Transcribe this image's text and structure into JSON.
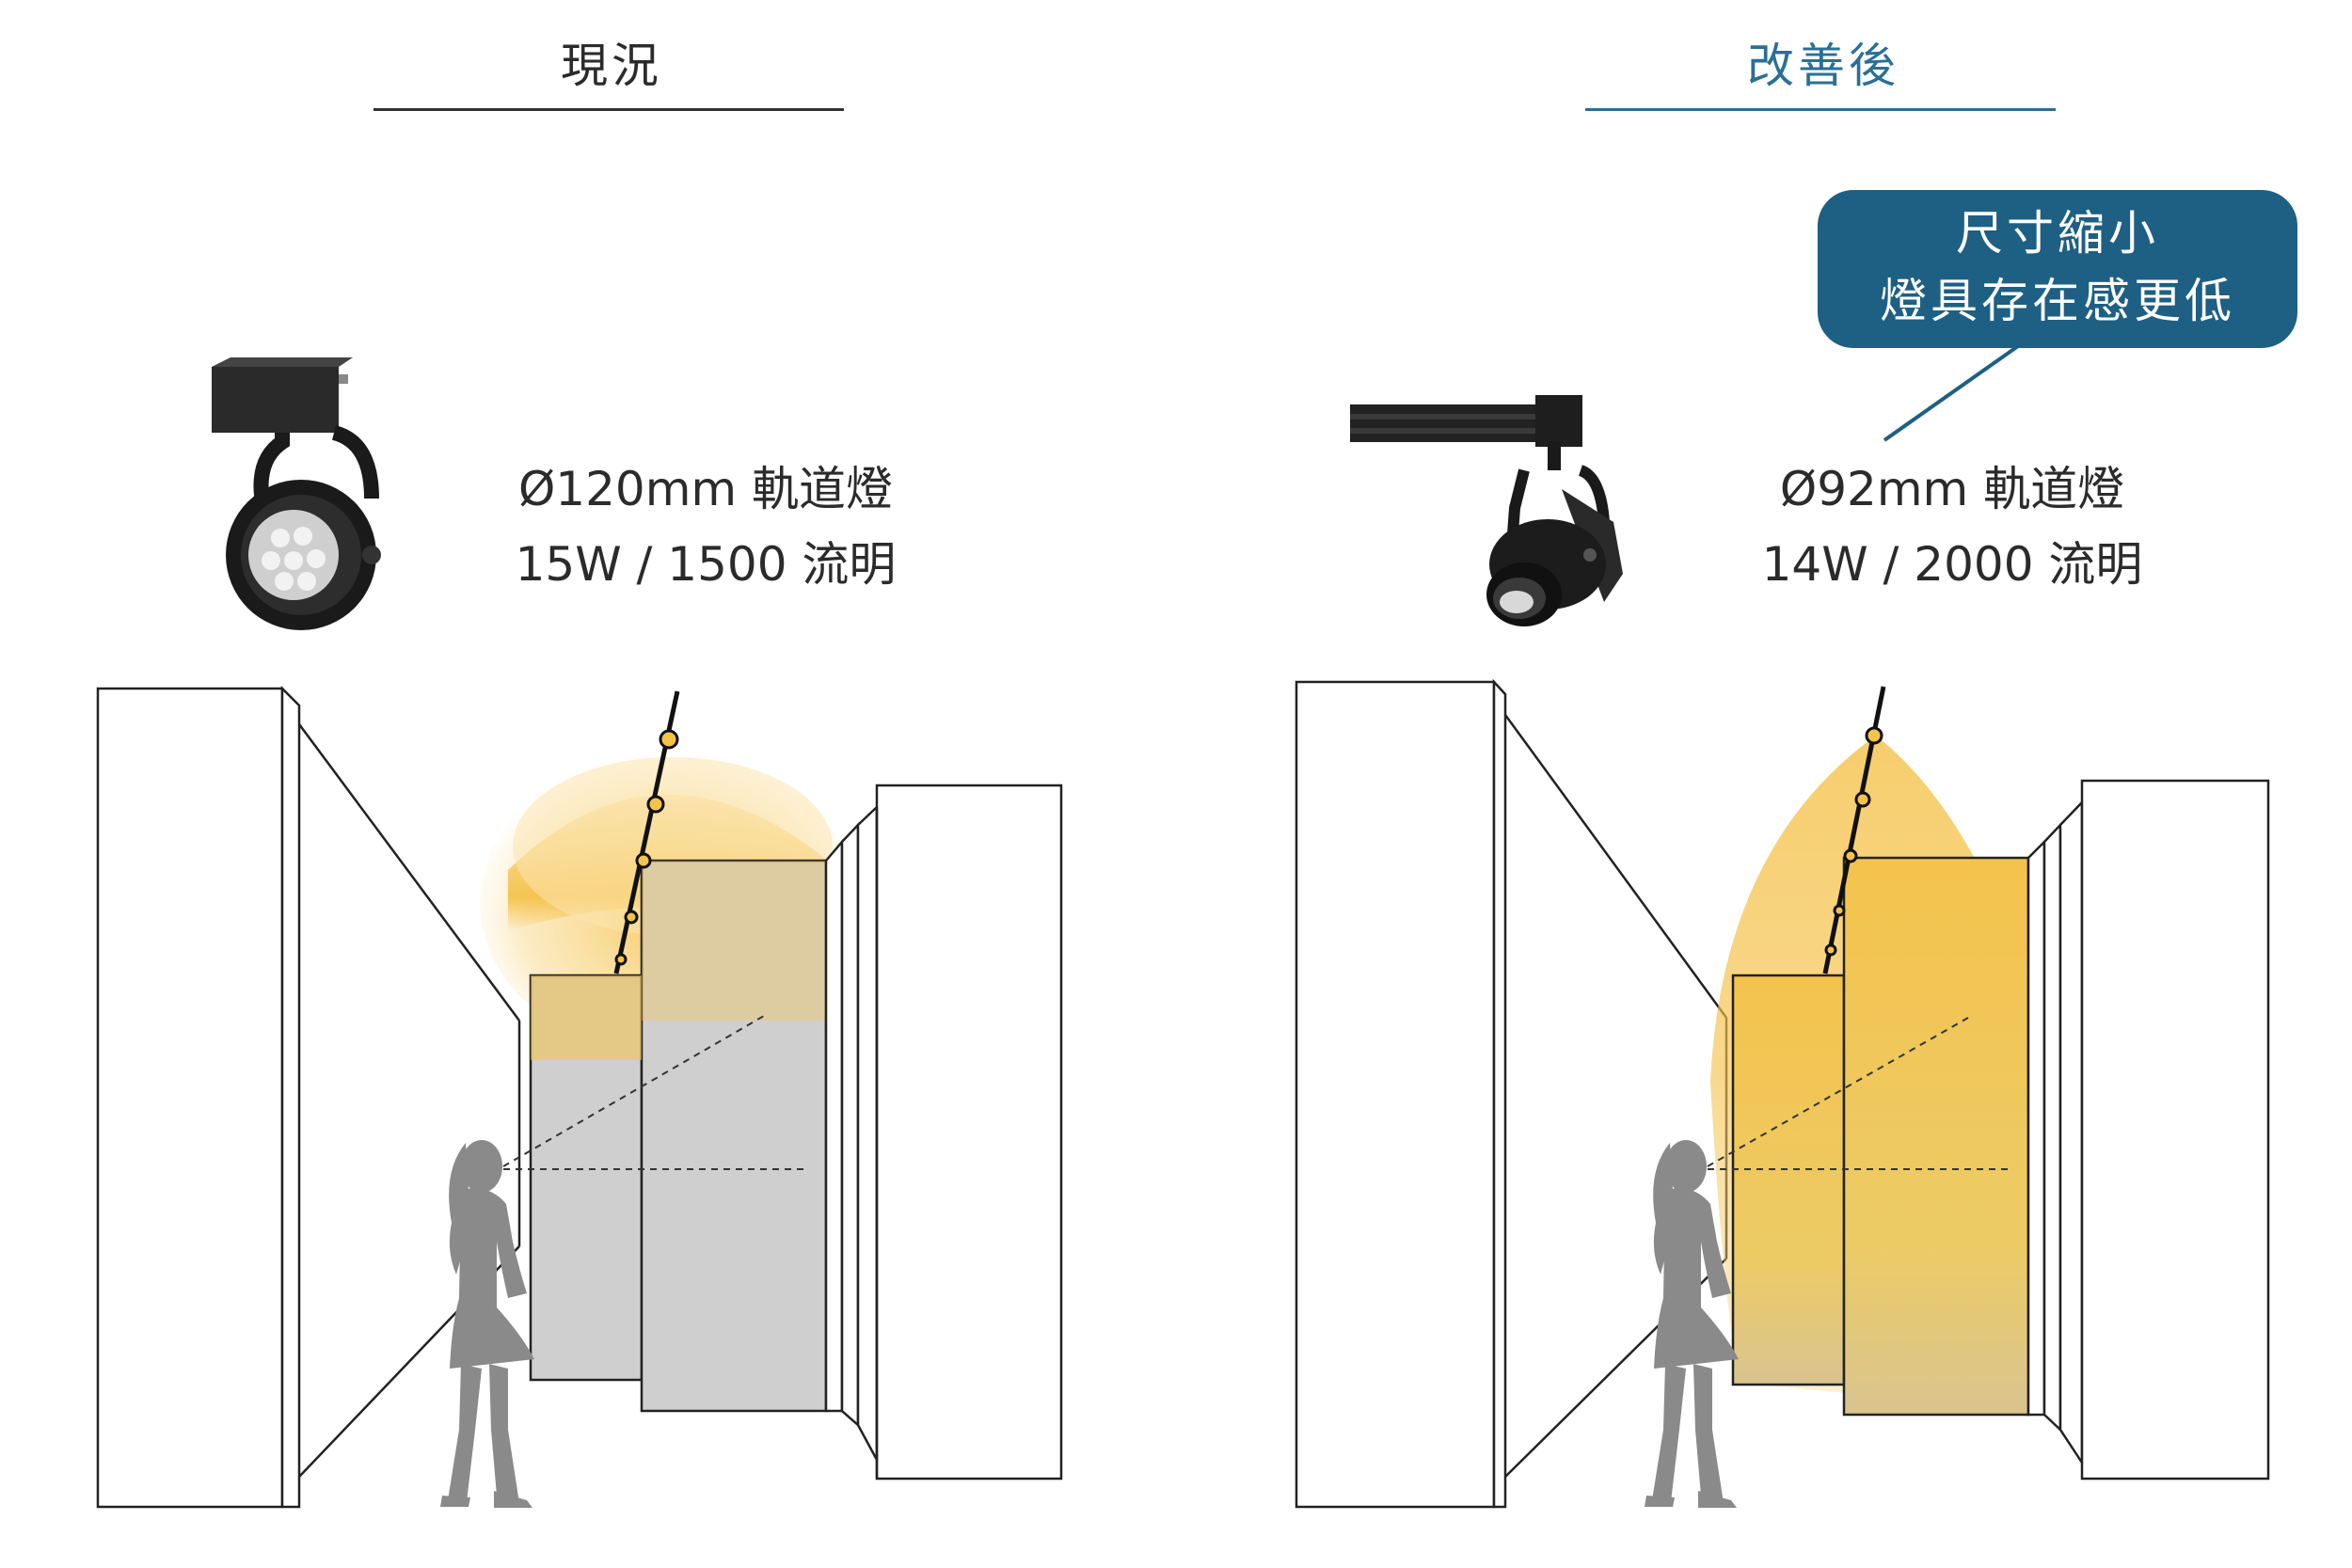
{
  "panels": {
    "current": {
      "heading": "現況",
      "spec_line1": "Ø120mm 軌道燈",
      "spec_line2": "15W / 1500 流明"
    },
    "improved": {
      "heading": "改善後",
      "spec_line1": "Ø92mm 軌道燈",
      "spec_line2": "14W / 2000 流明",
      "callout_line1": "尺寸縮小",
      "callout_line2": "燈具存在感更低"
    }
  },
  "colors": {
    "accent": "#1e5f84",
    "heading_accent": "#2a6f96",
    "light_glow": "#f5c24a",
    "wall_grey": "#cfcfcf",
    "figure_grey": "#8a8a8a"
  }
}
